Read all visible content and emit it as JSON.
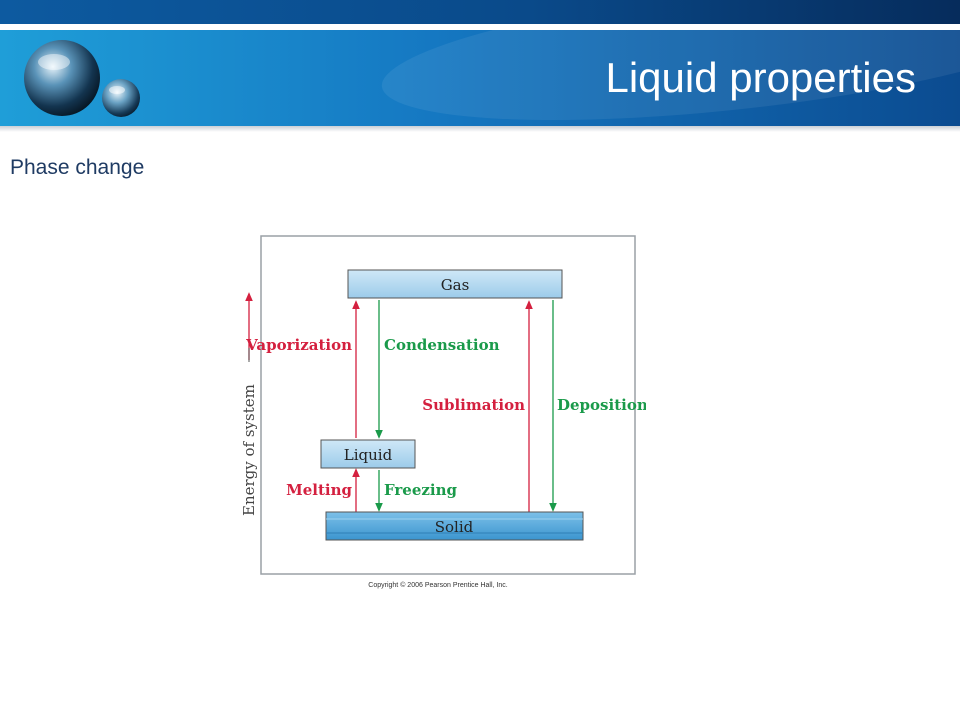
{
  "slide": {
    "title": "Liquid properties",
    "subtitle": "Phase change"
  },
  "diagram": {
    "axis_label": "Energy of system",
    "states": {
      "gas": "Gas",
      "liquid": "Liquid",
      "solid": "Solid"
    },
    "transitions": {
      "vaporization": "Vaporization",
      "condensation": "Condensation",
      "sublimation": "Sublimation",
      "deposition": "Deposition",
      "melting": "Melting",
      "freezing": "Freezing"
    },
    "copyright": "Copyright © 2006 Pearson Prentice Hall, Inc."
  },
  "colors": {
    "header_light": "#1f9ed8",
    "header_dark": "#0b4b90",
    "endothermic_red": "#d4203f",
    "exothermic_green": "#1a9a4a",
    "state_box_fill": "#a9d3ee",
    "solid_box_fill": "#4aa3d8"
  }
}
